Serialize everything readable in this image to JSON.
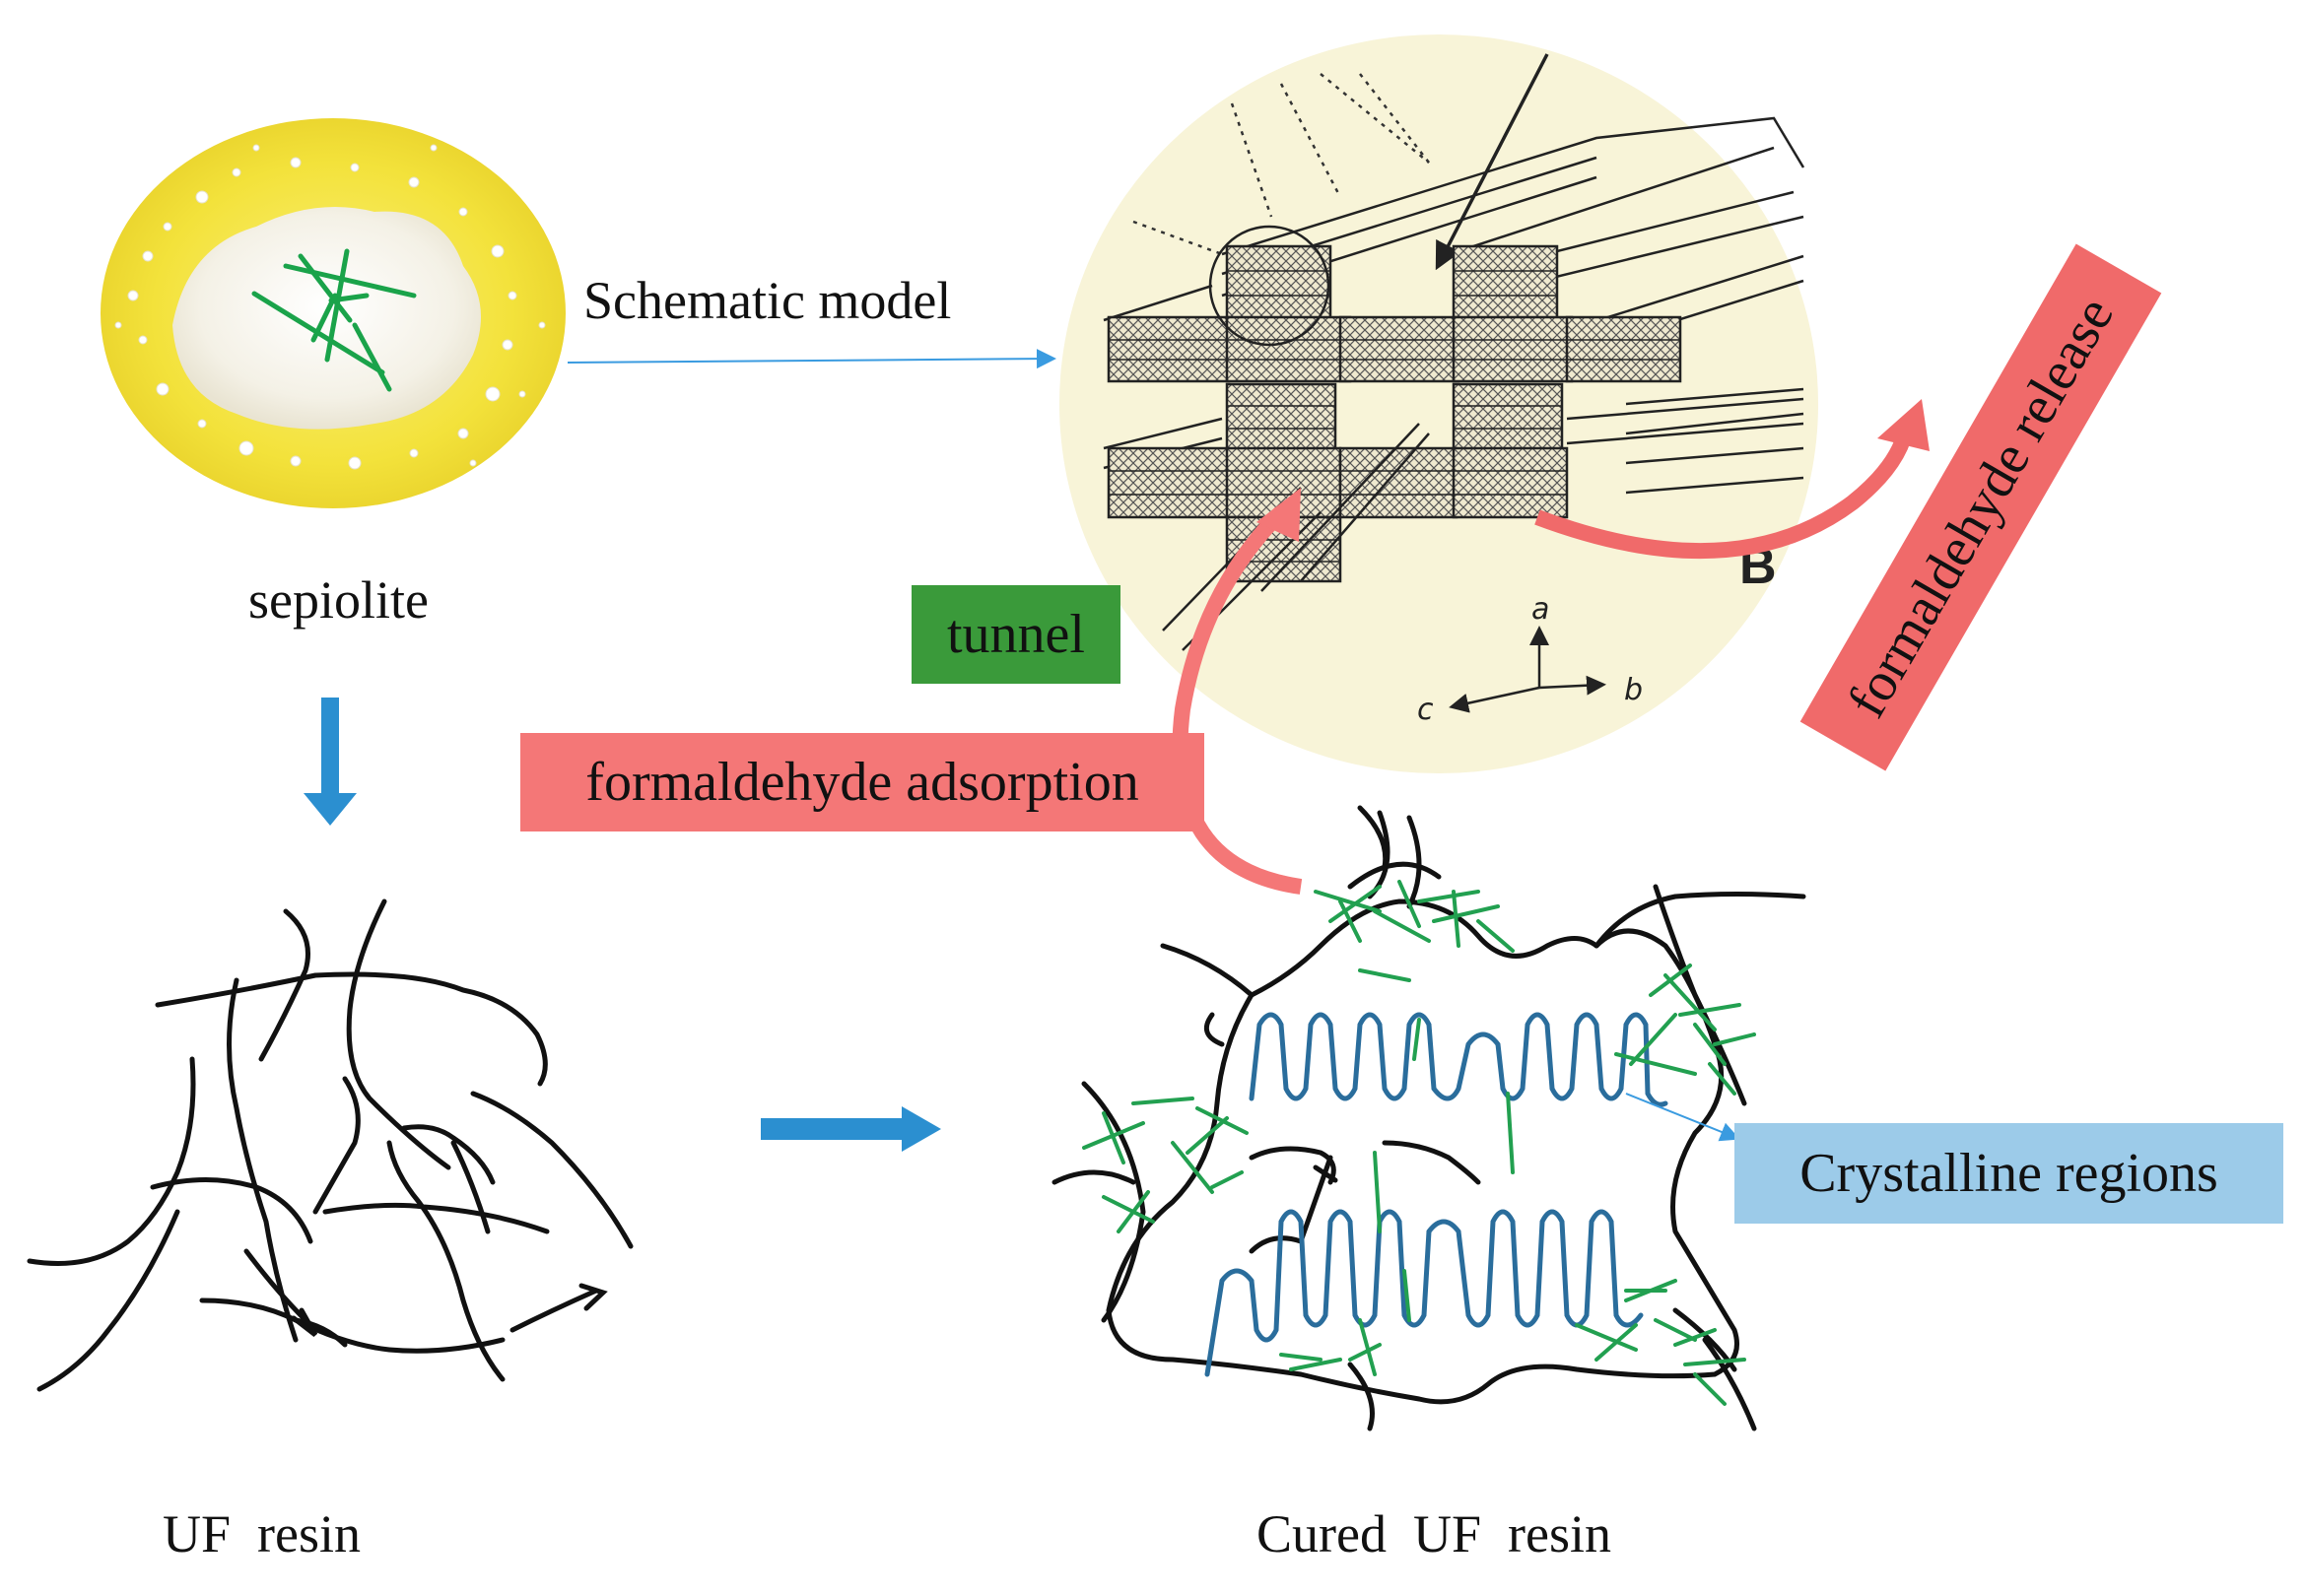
{
  "labels": {
    "sepiolite": "sepiolite",
    "schematic_model": "Schematic model",
    "tunnel": "tunnel",
    "formaldehyde_adsorption": "formaldehyde adsorption",
    "formaldehyde_release": "formaldehyde release",
    "crystalline_regions": "Crystalline regions",
    "uf_resin": "UF  resin",
    "cured_uf_resin": "Cured  UF  resin",
    "axis_a": "a",
    "axis_b": "b",
    "axis_c": "c",
    "panel_letter": "B"
  },
  "colors": {
    "background": "#ffffff",
    "pellet_yellow": "#f3e23b",
    "schematic_bg": "#f8f4d8",
    "tunnel_green": "#3a9a3a",
    "adsorption_red": "#f47777",
    "release_red": "#f06a6a",
    "crystalline_blue": "#9ccbe9",
    "chain_black": "#111111",
    "crystal_chain_blue": "#2a6d9c",
    "needle_green": "#22a050",
    "arrow_blue": "#2b8fd0"
  },
  "icons": {
    "process_arrow": "arrow-icon",
    "sepiolite_photo": "sepiolite-powder-image",
    "crystal_structure": "sepiolite-crystal-structure-image"
  }
}
